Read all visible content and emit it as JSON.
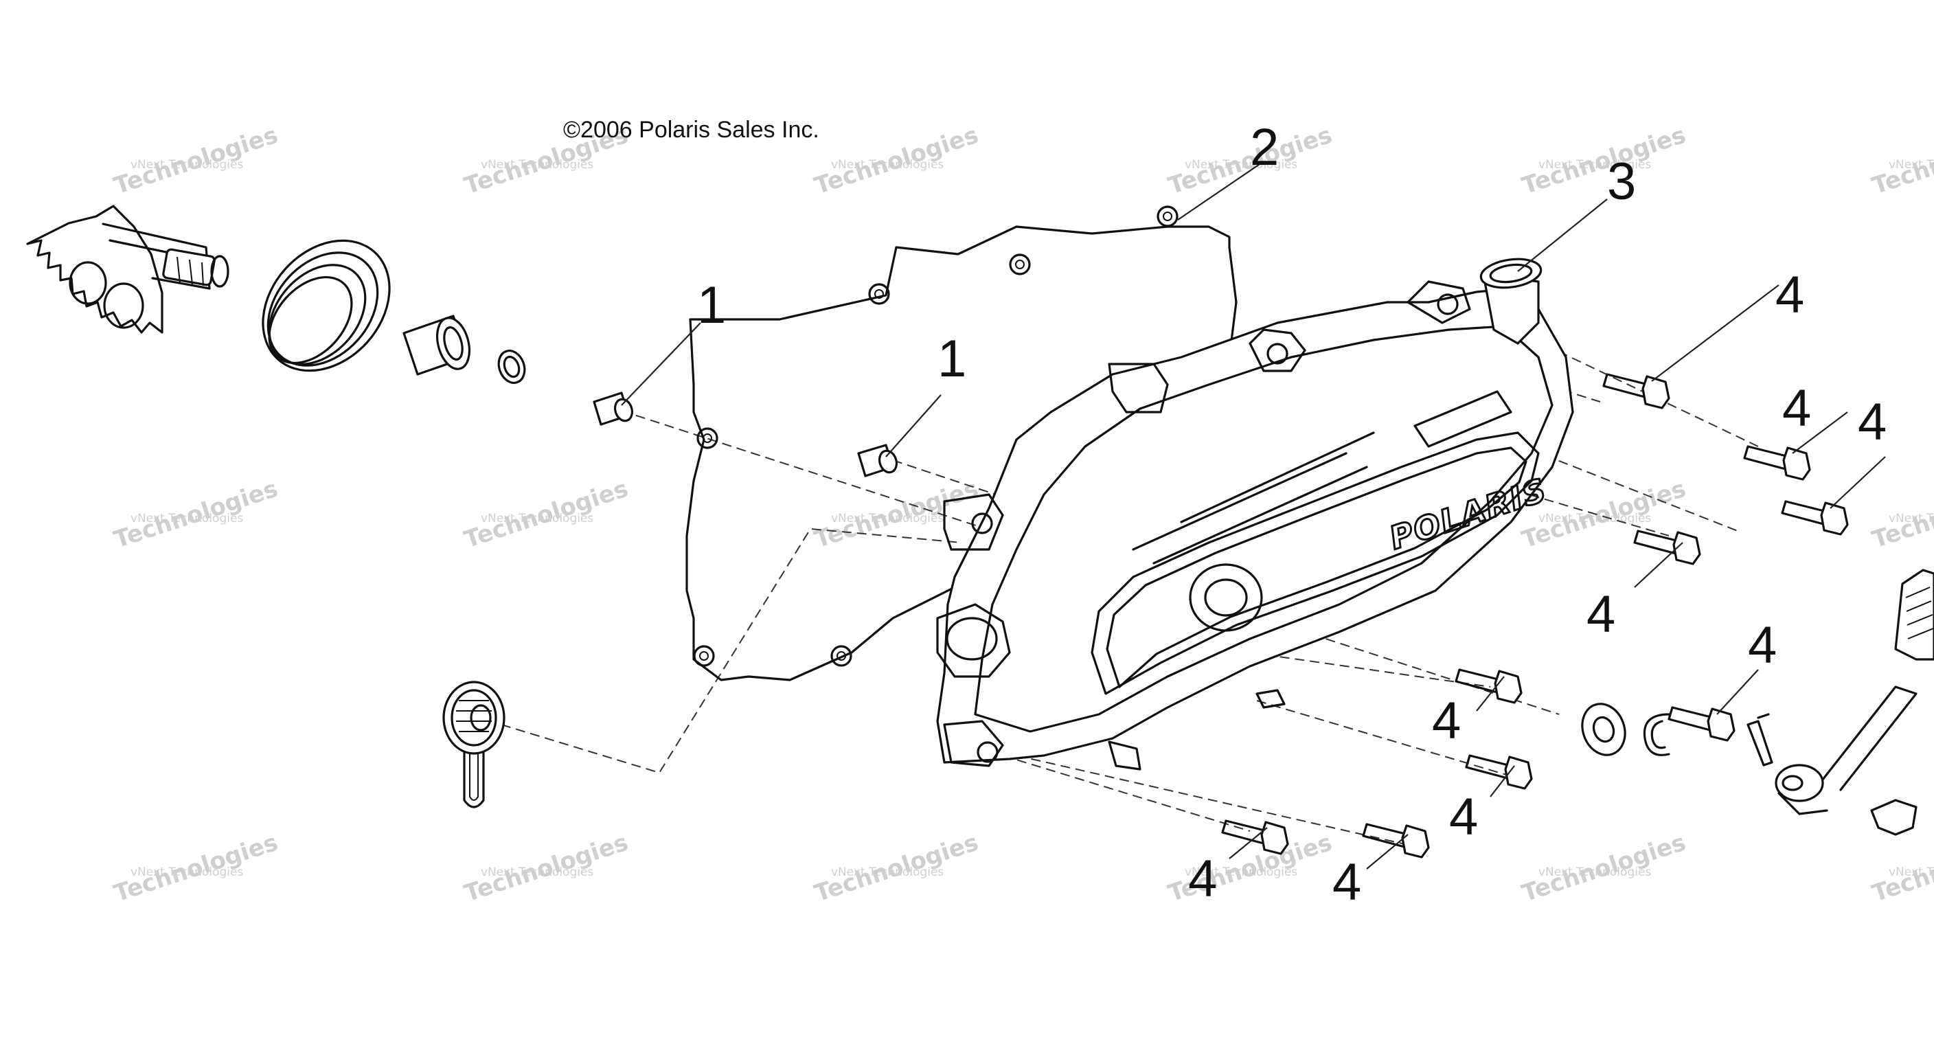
{
  "copyright": "©2006 Polaris Sales Inc.",
  "brand_text": "POLARIS",
  "watermark": {
    "line1": "vNext Technologies",
    "line2": "vNext",
    "line3": "Technologies"
  },
  "callouts": {
    "c1a": "1",
    "c1b": "1",
    "c2": "2",
    "c3": "3",
    "c4a": "4",
    "c4b": "4",
    "c4c": "4",
    "c4d": "4",
    "c4e": "4",
    "c4f": "4",
    "c4g": "4",
    "c4h": "4",
    "c4i": "4"
  }
}
